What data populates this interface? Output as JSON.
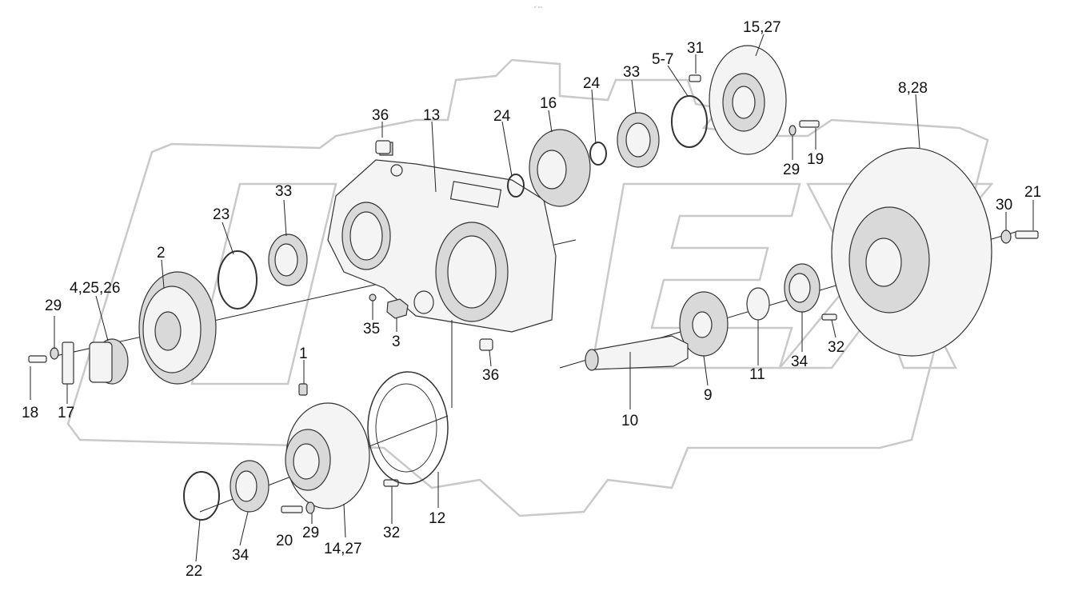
{
  "stamp": "s° ••••",
  "labels": {
    "l1": "1",
    "l2": "2",
    "l3": "3",
    "l4_25_26": "4,25,26",
    "l5_7": "5-7",
    "l8_28": "8,28",
    "l9": "9",
    "l10": "10",
    "l11": "11",
    "l12": "12",
    "l13": "13",
    "l14_27": "14,27",
    "l15_27": "15,27",
    "l16": "16",
    "l17": "17",
    "l18": "18",
    "l19": "19",
    "l20": "20",
    "l21": "21",
    "l22": "22",
    "l23": "23",
    "l24a": "24",
    "l24b": "24",
    "l29a": "29",
    "l29b": "29",
    "l29c": "29",
    "l30": "30",
    "l31": "31",
    "l32a": "32",
    "l32b": "32",
    "l33a": "33",
    "l33b": "33",
    "l34a": "34",
    "l34b": "34",
    "l35": "35",
    "l36a": "36",
    "l36b": "36"
  }
}
